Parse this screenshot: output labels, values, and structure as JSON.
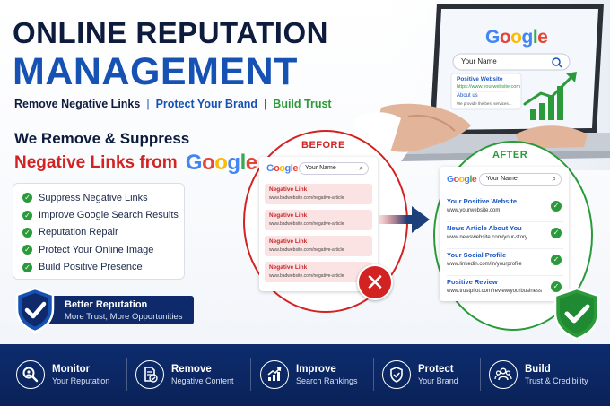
{
  "header": {
    "title_line1": "ONLINE REPUTATION",
    "title_line2": "MANAGEMENT",
    "tagline": [
      "Remove Negative Links",
      "Protect Your Brand",
      "Build Trust"
    ],
    "separator": "|"
  },
  "headline": {
    "line1": "We Remove & Suppress",
    "line2": "Negative Links from",
    "google_letters": [
      "G",
      "o",
      "o",
      "g",
      "l",
      "e"
    ]
  },
  "checklist": [
    "Suppress Negative Links",
    "Improve Google Search Results",
    "Reputation Repair",
    "Protect Your Online Image",
    "Build Positive Presence"
  ],
  "badge": {
    "title": "Better Reputation",
    "subtitle": "More Trust, More Opportunities"
  },
  "laptop_screen": {
    "search_value": "Your Name",
    "result_title": "Positive Website",
    "result_url": "https://www.yourwebsite.com",
    "about_title": "About us",
    "about_snippet": "We provide the best services..."
  },
  "before": {
    "label": "BEFORE",
    "search_value": "Your Name",
    "results": [
      {
        "title": "Negative Link",
        "url": "www.badwebsite.com/negative-article"
      },
      {
        "title": "Negative Link",
        "url": "www.badwebsite.com/negative-article"
      },
      {
        "title": "Negative Link",
        "url": "www.badwebsite.com/negative-article"
      },
      {
        "title": "Negative Link",
        "url": "www.badwebsite.com/negative-article"
      }
    ]
  },
  "after": {
    "label": "AFTER",
    "search_value": "Your Name",
    "results": [
      {
        "title": "Your Positive Website",
        "url": "www.yourwebsite.com"
      },
      {
        "title": "News Article About You",
        "url": "www.newswebsite.com/your-story"
      },
      {
        "title": "Your Social Profile",
        "url": "www.linkedin.com/in/yourprofile"
      },
      {
        "title": "Positive Review",
        "url": "www.trustpilot.com/review/yourbusiness"
      }
    ]
  },
  "footer": [
    {
      "title": "Monitor",
      "subtitle": "Your Reputation",
      "icon": "magnifier-icon"
    },
    {
      "title": "Remove",
      "subtitle": "Negative Content",
      "icon": "document-check-icon"
    },
    {
      "title": "Improve",
      "subtitle": "Search Rankings",
      "icon": "growth-chart-icon"
    },
    {
      "title": "Protect",
      "subtitle": "Your Brand",
      "icon": "shield-check-icon"
    },
    {
      "title": "Build",
      "subtitle": "Trust & Credibility",
      "icon": "people-icon"
    }
  ],
  "colors": {
    "navy": "#0d1b3d",
    "brand_blue": "#1552b4",
    "negative_red": "#d32222",
    "positive_green": "#2a9a3a",
    "footer_bg": "#0d2c6e"
  }
}
